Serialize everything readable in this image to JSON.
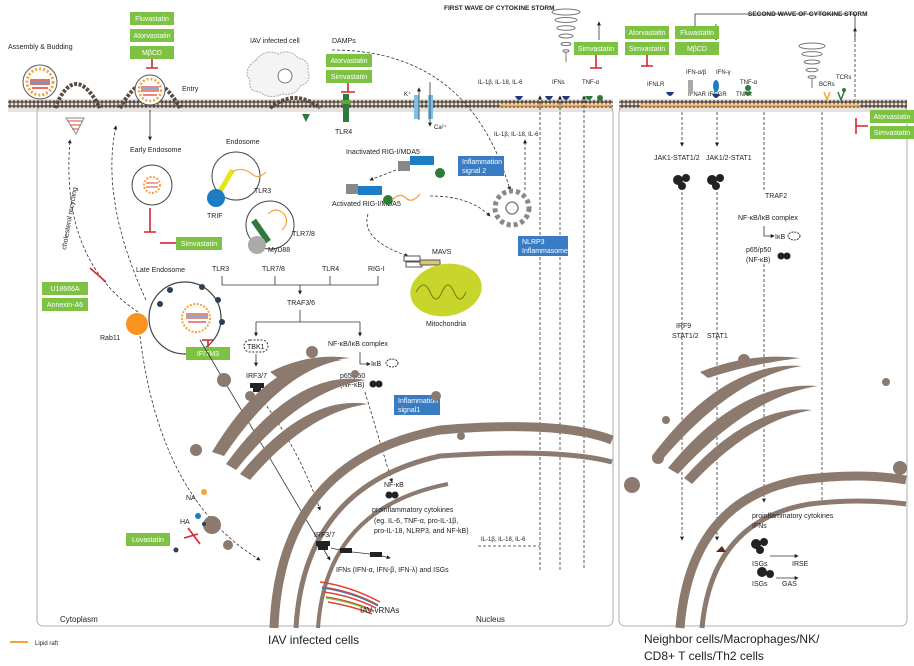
{
  "colors": {
    "drug_green": "#7dc242",
    "signal_blue": "#3a7cc3",
    "inhibit_red": "#d6262e",
    "lipid_raft": "#f7a23b",
    "membrane_dot": "#5a4a3e",
    "golgi_brown": "#8c7a6e",
    "mitochondria": "#c8d62c"
  },
  "top_labels": {
    "first_wave": "FIRST WAVE OF CYTOKINE STORM",
    "second_wave": "SECOND WAVE OF CYTOKINE STORM"
  },
  "virus_lifecycle": {
    "assembly_budding": "Assembly & Budding",
    "entry": "Entry",
    "iav_infected_cell": "IAV infected cell",
    "damps": "DAMPs",
    "endosome": "Endosome",
    "early_endosome": "Early Endosome",
    "late_endosome": "Late Endosome",
    "rab11": "Rab11",
    "cholesterol_recycling": "cholesterol recycling",
    "na": "NA",
    "ha": "HA",
    "vrnas": "IAV vRNAs"
  },
  "receptors": {
    "tlr4_membrane": "TLR4",
    "tlr3_endo": "TLR3",
    "trif": "TRIF",
    "tlr78_endo": "TLR7/8",
    "myd88": "MyD88",
    "k_ion": "K⁺",
    "ca_ion": "Ca²⁺",
    "inactivated_rig": "Inactivated RIG-I/MDA5",
    "activated_rig": "Activated RIG-I/MDA5",
    "mavs": "MAVS",
    "mitochondria": "Mitochondria"
  },
  "pathway": {
    "tlr3": "TLR3",
    "tlr78": "TLR7/8",
    "tlr4": "TLR4",
    "rigi": "RIG-I",
    "traf36": "TRAF3/6",
    "tbk1": "TBK1",
    "irf37": "IRF3/7",
    "nfkb_complex": "NF-κB/IκB complex",
    "ikb": "IκB",
    "p65p50": "p65/p50",
    "nfkb_paren": "(NF-κB)",
    "nucleus_nfkb": "NF-κB",
    "proinflammatory": "proinflammatory cytokines",
    "proinfl_eg1": "(eg. IL-6, TNF-α, pro-IL-1β,",
    "proinfl_eg2": "pro-IL-18, NLRP3, and NF-kB)",
    "irf37_nuc": "IRF3/7",
    "ifns_isgs": "IFNs (IFN-α, IFN-β, IFN-λ) and ISGs"
  },
  "cytokine_labels": {
    "il_top": "IL-1β, IL-18, IL-6",
    "ifns_top": "IFNs",
    "tnfa_top": "TNF-α",
    "il_mid": "IL-1β, IL-18, IL-6",
    "il_lower": "IL-1β, IL-18, IL-6"
  },
  "drugs": {
    "fluvastatin_1": "Fluvastatin",
    "atorvastatin_1": "Atorvastatin",
    "mbcd_1": "MβCD",
    "atorvastatin_2": "Atorvastatin",
    "simvastatin_2": "Simvastatin",
    "simvastatin_3": "Simvastatin",
    "u18666a": "U18666A",
    "annexin": "Annexin-A6",
    "ifitm3": "IFITM3",
    "lovastatin": "Lovastatin",
    "atorvastatin_r1": "Atorvastatin",
    "fluvastatin_r1": "Fluvastatin",
    "simvastatin_r1": "Simvastatin",
    "mbcd_r1": "MβCD",
    "atorvastatin_far": "Atorvastatin",
    "simvastatin_far": "Simvastatin"
  },
  "signals": {
    "inflammation2_l1": "Inflammation",
    "inflammation2_l2": "signal 2",
    "nlrp3_l1": "NLRP3",
    "nlrp3_l2": "Inflammasome",
    "inflammation1_l1": "Inflammation",
    "inflammation1_l2": "signal1"
  },
  "right_cell": {
    "ifnlr": "IFNLR",
    "ifnab": "IFN-α/β",
    "ifng": "IFN-γ",
    "ifnar": "IFNAR",
    "ifngr": "IFNGR",
    "tnfa": "TNF-α",
    "tnfr": "TNFR",
    "bcrs": "BCRs",
    "tcrs": "TCRs",
    "jak_stat12": "JAK1-STAT1/2",
    "jak_stat1": "JAK1/2-STAT1",
    "traf2": "TRAF2",
    "nfkb_complex": "NF-κB/IκB complex",
    "ikb": "IκB",
    "p65p50": "p65/p50",
    "nfkb_paren": "(NF-κB)",
    "irf9": "IRF9",
    "stat12": "STAT1/2",
    "stat1": "STAT1",
    "proinfl": "proinflammatory cytokines",
    "ifns": "IFNs",
    "isgs1": "ISGs",
    "irse": "IRSE",
    "isgs2": "ISGs",
    "gas": "GAS"
  },
  "footer": {
    "cytoplasm": "Cytoplasm",
    "nucleus": "Nucleus",
    "left_cells": "IAV infected cells",
    "right_cells_l1": "Neighbor cells/Macrophages/NK/",
    "right_cells_l2": "CD8+ T cells/Th2 cells",
    "legend": "Lipid raft"
  }
}
